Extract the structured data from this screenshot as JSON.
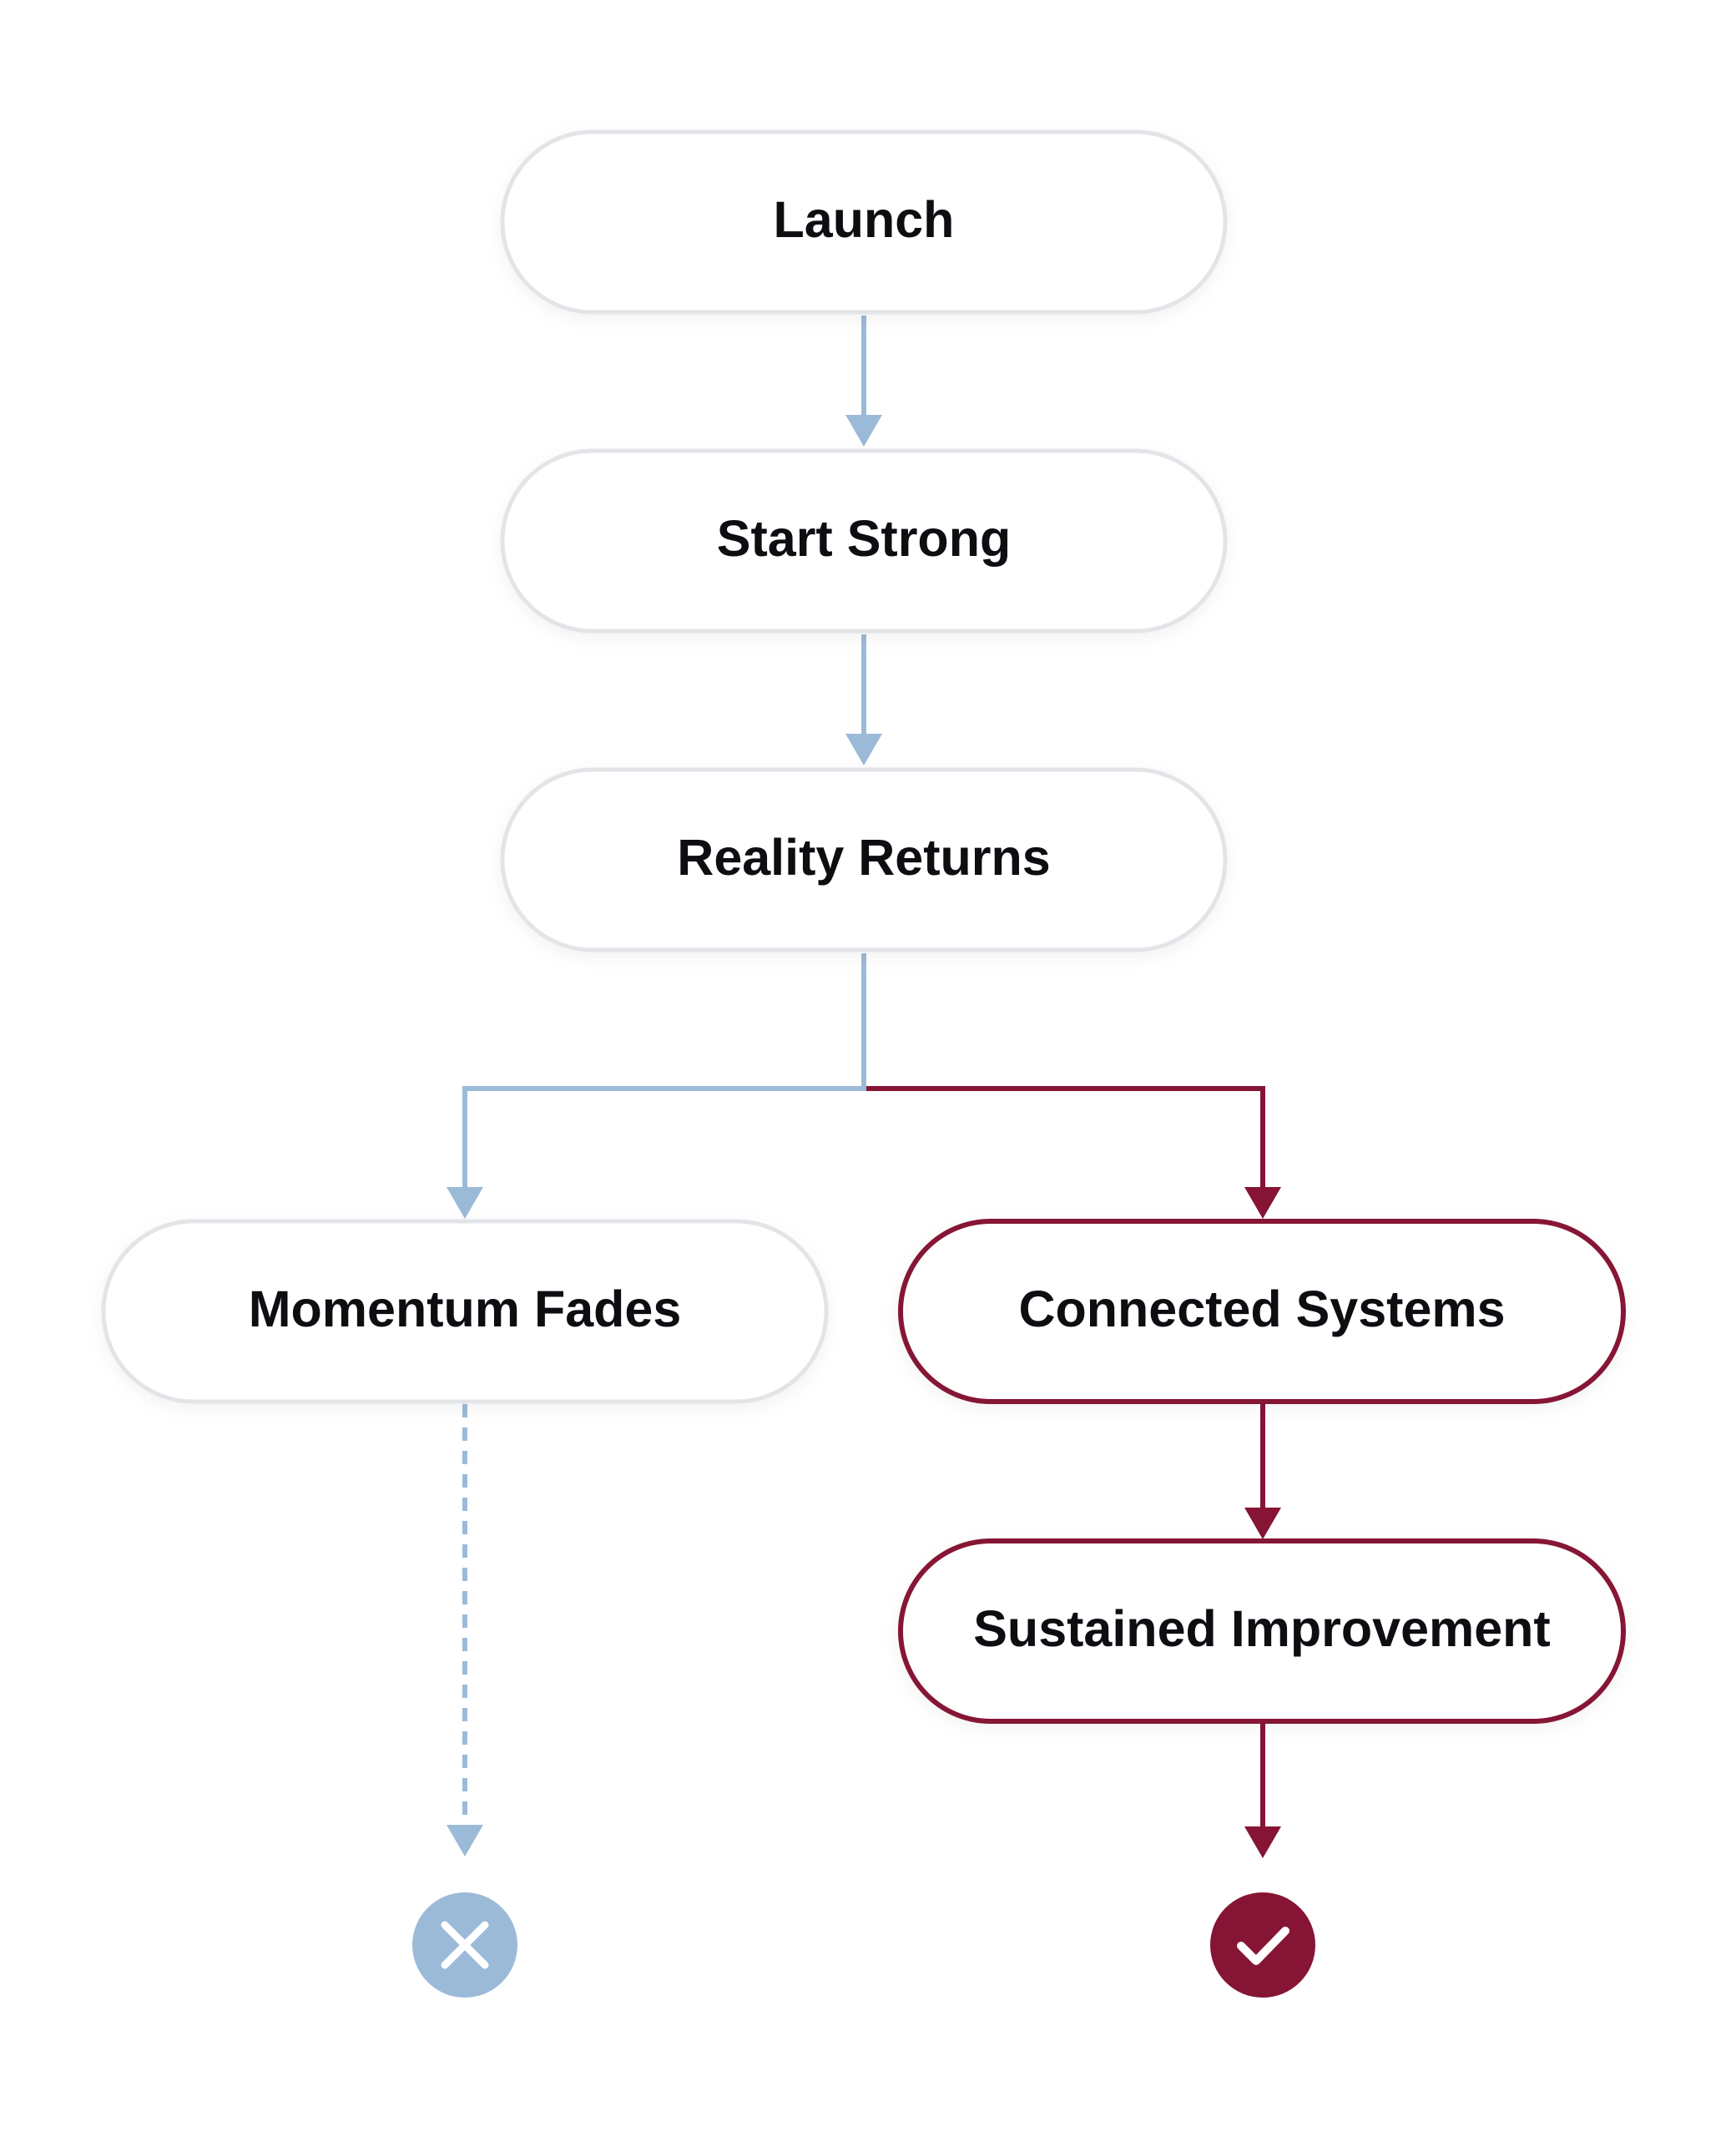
{
  "colors": {
    "neutral_border": "#e3e4e8",
    "neutral_connector": "#9bbad8",
    "accent": "#861434",
    "text": "#0d0d12",
    "background": "#ffffff"
  },
  "nodes": {
    "launch": "Launch",
    "start_strong": "Start Strong",
    "reality_returns": "Reality Returns",
    "momentum_fades": "Momentum Fades",
    "connected_systems": "Connected Systems",
    "sustained_improvement": "Sustained Improvement"
  },
  "outcomes": {
    "failure_icon": "x-icon",
    "success_icon": "check-icon"
  }
}
